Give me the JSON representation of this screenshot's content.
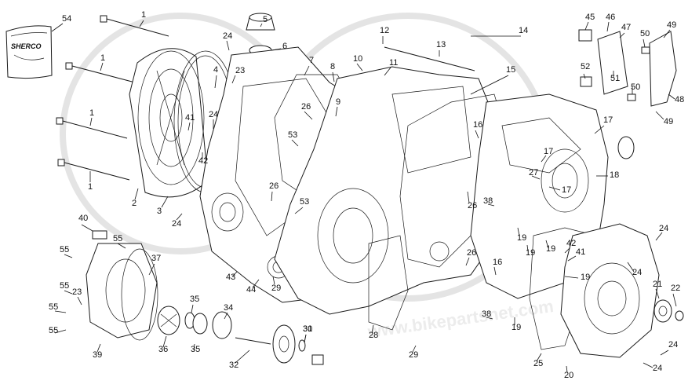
{
  "diagram": {
    "bag_brand": "SHERCO",
    "watermark_text": "www.bikepartsnet.com",
    "part_labels": [
      "1",
      "1",
      "1",
      "1",
      "2",
      "3",
      "4",
      "5",
      "6",
      "7",
      "8",
      "9",
      "10",
      "11",
      "12",
      "13",
      "14",
      "15",
      "16",
      "16",
      "17",
      "17",
      "17",
      "18",
      "19",
      "19",
      "19",
      "19",
      "19",
      "20",
      "21",
      "22",
      "23",
      "23",
      "24",
      "24",
      "24",
      "24",
      "24",
      "24",
      "24",
      "25",
      "26",
      "26",
      "26",
      "26",
      "27",
      "28",
      "29",
      "29",
      "30",
      "31",
      "32",
      "34",
      "35",
      "35",
      "36",
      "37",
      "38",
      "38",
      "39",
      "40",
      "41",
      "41",
      "42",
      "42",
      "43",
      "44",
      "45",
      "46",
      "47",
      "48",
      "49",
      "49",
      "50",
      "50",
      "51",
      "52",
      "53",
      "53",
      "54",
      "55",
      "55",
      "55",
      "55",
      "55"
    ],
    "colors": {
      "line": "#1a1a1a",
      "background": "#ffffff",
      "watermark": "#e4e4e4"
    }
  }
}
